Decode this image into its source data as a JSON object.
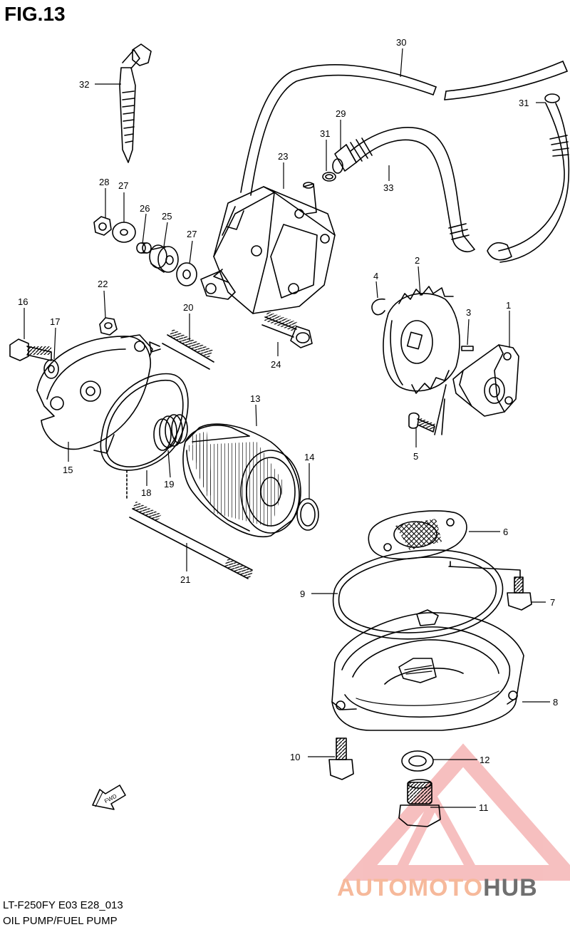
{
  "figure": {
    "title": "FIG.13"
  },
  "footer": {
    "model_code": "LT-F250FY E03 E28_013",
    "caption": "OIL PUMP/FUEL PUMP"
  },
  "direction_label": "FWD",
  "watermark": {
    "part1": "AUTOMOTO",
    "part2": "HUB",
    "color_main": "#f6b99b",
    "color_hub": "#6f6f6f",
    "triangle_color": "#f4a0a0"
  },
  "colors": {
    "line": "#000000",
    "background": "#ffffff"
  },
  "callouts": [
    "1",
    "2",
    "3",
    "4",
    "5",
    "6",
    "7",
    "8",
    "9",
    "10",
    "11",
    "12",
    "13",
    "14",
    "15",
    "16",
    "17",
    "18",
    "19",
    "20",
    "21",
    "22",
    "23",
    "24",
    "25",
    "26",
    "27",
    "28",
    "29",
    "30",
    "31",
    "32",
    "33"
  ]
}
